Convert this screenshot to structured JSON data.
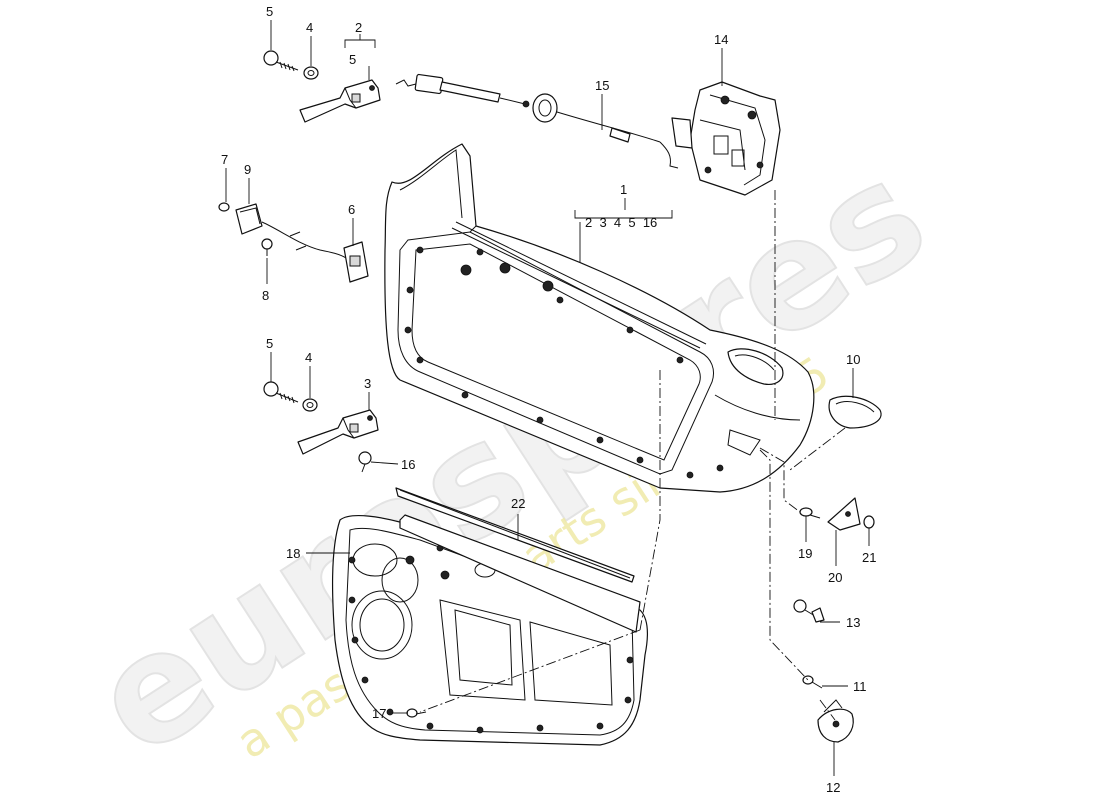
{
  "watermark": {
    "brand": "eurospares",
    "tagline": "a passion for parts since 1985",
    "tagline_color": "#efe9a6"
  },
  "callouts": {
    "n1": "1",
    "n1_sub": "2  3  4  5  16",
    "n2": "2",
    "n2_sub": "5",
    "n3": "3",
    "n4a": "4",
    "n4b": "4",
    "n5a": "5",
    "n5b": "5",
    "n6": "6",
    "n7": "7",
    "n8": "8",
    "n9": "9",
    "n10": "10",
    "n11": "11",
    "n12": "12",
    "n13": "13",
    "n14": "14",
    "n15": "15",
    "n16": "16",
    "n17": "17",
    "n18": "18",
    "n19": "19",
    "n20": "20",
    "n21": "21",
    "n22": "22"
  }
}
